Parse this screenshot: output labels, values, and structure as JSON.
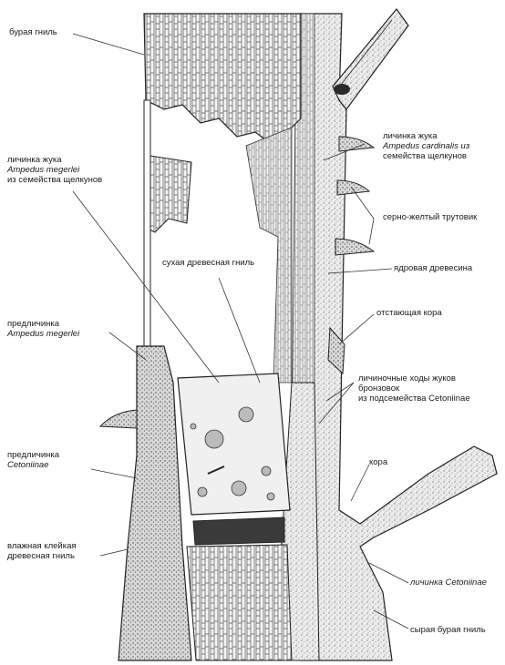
{
  "labels": {
    "brown_rot_top": [
      "бурая гниль"
    ],
    "larva_ampedus_cardinalis": [
      "личинка жука",
      "Ampedus cardinalis из",
      "семейства щелкунов"
    ],
    "larva_ampedus_megerlei": [
      "личинка жука",
      "Ampedus megerlei",
      "из семейства щелкунов"
    ],
    "sulphur_polypore": [
      "серно-желтый трутовик"
    ],
    "dry_wood_rot": [
      "сухая древесная гниль"
    ],
    "heartwood": [
      "ядровая древесина"
    ],
    "pupa_ampedus": [
      "предличинка",
      "Ampedus megerlei"
    ],
    "peeling_bark": [
      "отстающая кора"
    ],
    "cetoniinae_tunnels": [
      "личиночные ходы жуков",
      "бронзовок",
      "из подсемейства Cetoniinae"
    ],
    "prepupa_cetoniinae": [
      "предличинка",
      "Cetoniinae"
    ],
    "bark": [
      "кора"
    ],
    "wet_sticky_rot": [
      "влажная клейкая",
      "древесная гниль"
    ],
    "larva_cetoniinae": [
      "личинка Cetoniinae"
    ],
    "raw_brown_rot": [
      "сырая бурая гниль"
    ]
  },
  "italic_lines": {
    "larva_ampedus_cardinalis": [
      1
    ],
    "larva_ampedus_megerlei": [
      1
    ],
    "pupa_ampedus": [
      1
    ],
    "cetoniinae_tunnels": [
      2
    ],
    "prepupa_cetoniinae": [
      1
    ],
    "larva_cetoniinae": [
      0
    ]
  },
  "colors": {
    "ink": "#1a1a1a",
    "stipple_bg": "#e9e9e9",
    "wood_grain": "#6a6a6a",
    "dark_band": "#3a3a3a"
  }
}
